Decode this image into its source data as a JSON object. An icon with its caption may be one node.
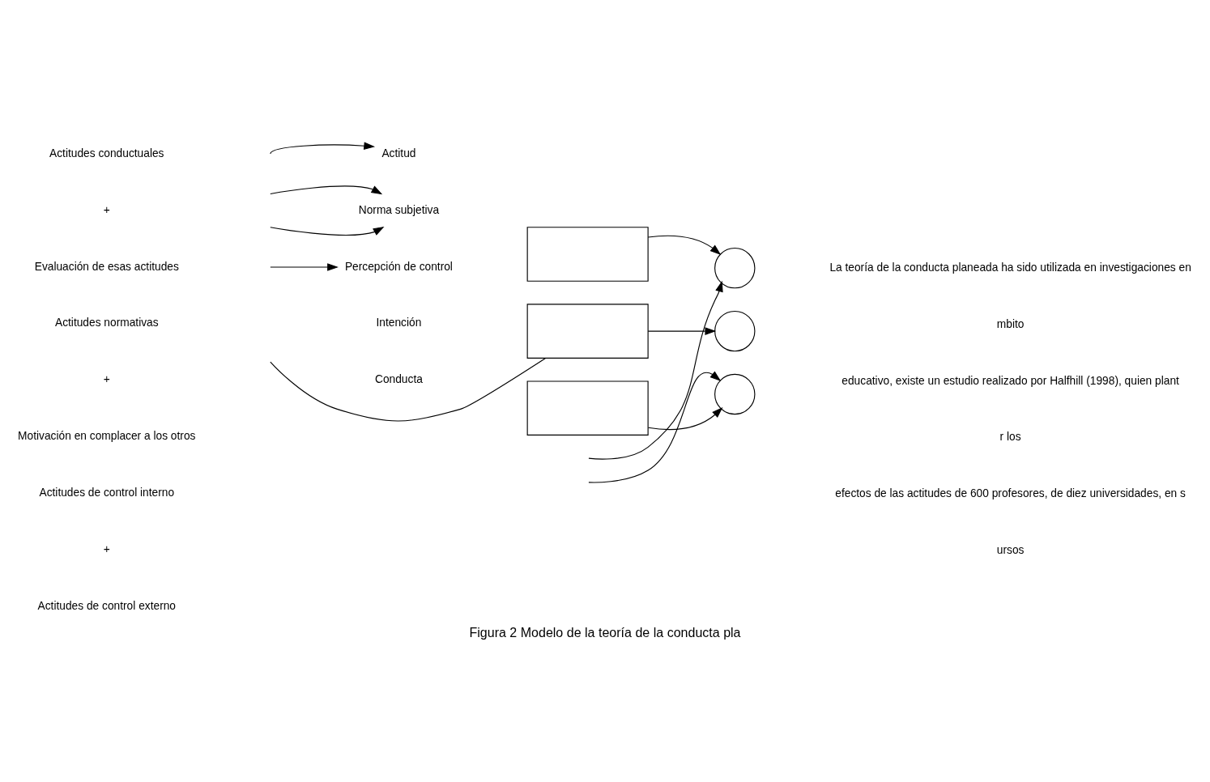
{
  "diagram": {
    "caption": "Figura 2 Modelo de la teoría de la conducta pla",
    "nodes": [
      {
        "text": [
          "Actitud"
        ]
      },
      {
        "text": [
          "Norma subjetiva"
        ]
      },
      {
        "text": [
          "Percepción de control"
        ]
      },
      {
        "text": [],
        "shape": "box"
      },
      {
        "text": [],
        "shape": "box"
      },
      {
        "text": [],
        "shape": "box"
      },
      {
        "text": [],
        "shape": "ellipse"
      },
      {
        "text": [],
        "shape": "ellipse"
      },
      {
        "text": [],
        "shape": "ellipse"
      }
    ],
    "edges": [
      {
        "from": null,
        "to": 0,
        "arrow": "to"
      },
      {
        "from": null,
        "to": 1,
        "arrow": "to"
      },
      {
        "from": null,
        "to": 1,
        "arrow": "to"
      },
      {
        "from": null,
        "to": 2,
        "arrow": "to"
      },
      {
        "from": null,
        "to": 4,
        "arrow": "none"
      },
      {
        "from": 3,
        "to": 6,
        "arrow": "to"
      },
      {
        "from": null,
        "to": 6,
        "arrow": "to"
      },
      {
        "from": 4,
        "to": 7,
        "arrow": "to"
      },
      {
        "from": null,
        "to": 8,
        "arrow": "to"
      },
      {
        "from": 5,
        "to": 8,
        "arrow": "to"
      }
    ],
    "labels": [
      "Actitudes conductuales",
      "+",
      "Evaluación de esas actitudes",
      "Intención",
      "Conducta",
      "Actitudes normativas",
      "+",
      "Motivación en complacer a los otros",
      "Actitudes de control interno",
      "+",
      "Actitudes de control externo",
      "La teoría de la conducta planeada ha sido utilizada en investigaciones en",
      "mbito",
      "educativo, existe un estudio realizado por Halfhill (1998), quien plant",
      "r los",
      "efectos de las actitudes de 600 profesores, de diez universidades, en s",
      "ursos"
    ]
  }
}
